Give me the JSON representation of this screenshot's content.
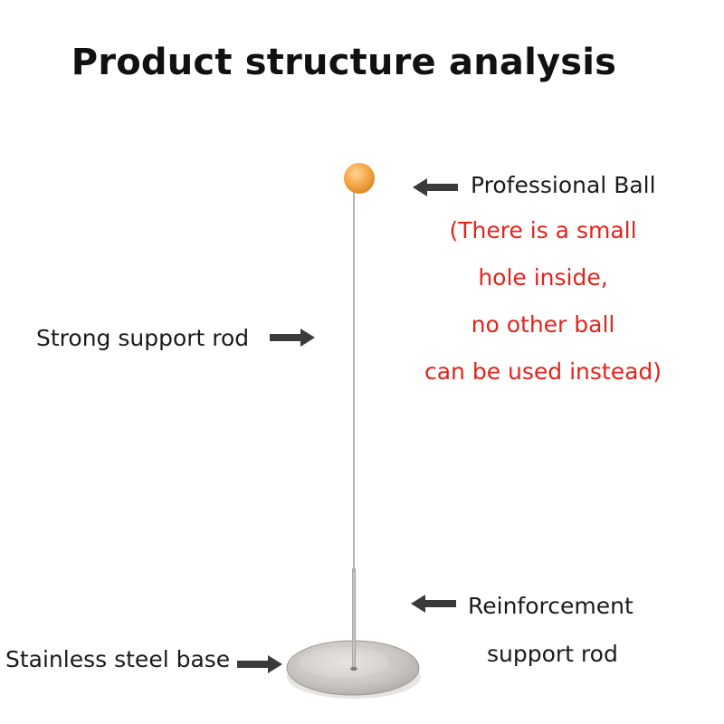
{
  "title": "Product structure analysis",
  "labels": {
    "professional_ball": "Professional Ball",
    "strong_support_rod": "Strong support rod",
    "reinforcement_line1": "Reinforcement",
    "reinforcement_line2": "support rod",
    "stainless_steel_base": "Stainless steel base"
  },
  "ball_note": {
    "lines": [
      "(There is a small",
      "hole inside,",
      "no other ball",
      "can be used instead)"
    ],
    "color": "#e5231b"
  },
  "colors": {
    "ball": "#f5a94e",
    "arrow": "#3a3a3a",
    "text": "#1a1a1a"
  },
  "icons": {
    "arrow_left": "arrow-left-icon",
    "arrow_right": "arrow-right-icon"
  }
}
